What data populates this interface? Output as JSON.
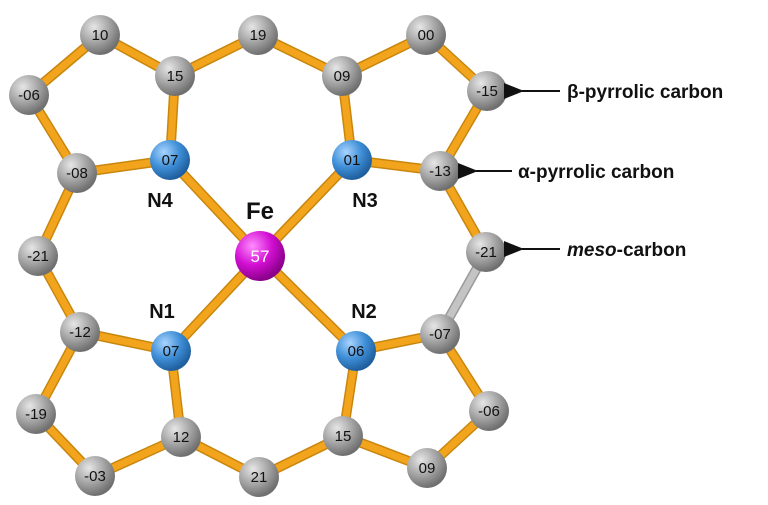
{
  "colors": {
    "bond": "#f2a51c",
    "bond_edge": "#c9860d",
    "bond_gray": "#c4c4c4",
    "carbon": "#9c9c9c",
    "nitrogen": "#3f8fd8",
    "iron": "#d20fd2"
  },
  "atoms": {
    "c_top_left_outer": "10",
    "c_top_mid": "19",
    "c_top_right_outer": "00",
    "c_left_beta_upper": "-06",
    "c_alpha_15": "15",
    "c_alpha_09": "09",
    "c_right_beta_upper": "-15",
    "n4": "07",
    "n3": "01",
    "c_left_alpha_upper": "-08",
    "c_right_alpha_upper": "-13",
    "fe": "57",
    "c_left_meso": "-21",
    "c_right_meso": "-21",
    "c_left_alpha_lower": "-12",
    "n1": "07",
    "n2": "06",
    "c_right_alpha_lower": "-07",
    "c_left_beta_lower": "-19",
    "c_alpha_12": "12",
    "c_alpha_15_lower": "15",
    "c_right_beta_lower": "-06",
    "c_bottom_left_outer": "-03",
    "c_bottom_mid": "21",
    "c_bottom_right_outer": "09"
  },
  "labels": {
    "fe": "Fe",
    "n1": "N1",
    "n2": "N2",
    "n3": "N3",
    "n4": "N4"
  },
  "annotations": {
    "beta_pyrrolic": "β-pyrrolic carbon",
    "alpha_pyrrolic": "α-pyrrolic carbon",
    "meso_italic": "meso",
    "meso_rest": "-carbon"
  }
}
